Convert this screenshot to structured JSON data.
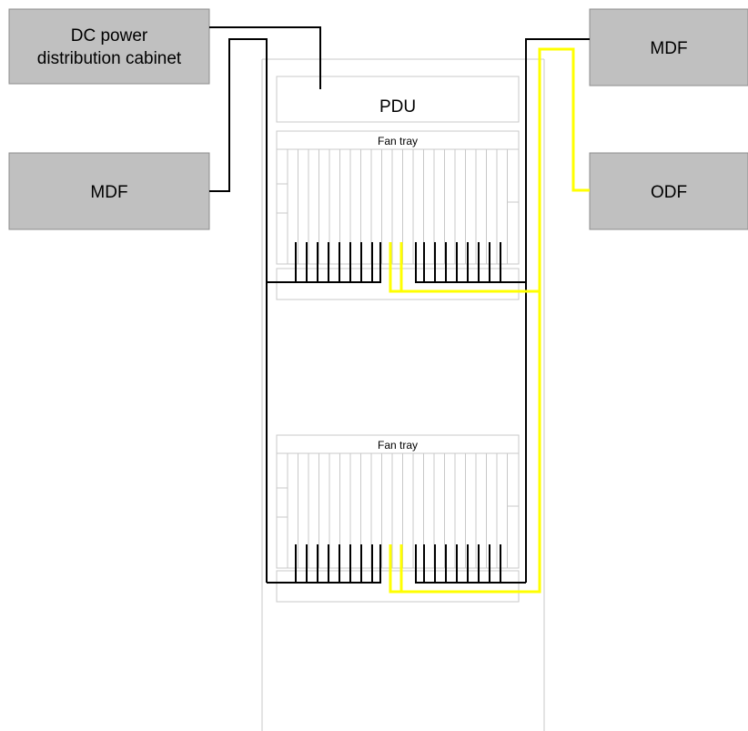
{
  "boxes": {
    "dc_cabinet": {
      "line1": "DC power",
      "line2": "distribution cabinet"
    },
    "mdf_left": {
      "label": "MDF"
    },
    "mdf_right": {
      "label": "MDF"
    },
    "odf_right": {
      "label": "ODF"
    },
    "pdu": {
      "label": "PDU"
    }
  },
  "subracks": [
    {
      "fan_tray_label": "Fan tray"
    },
    {
      "fan_tray_label": "Fan tray"
    }
  ],
  "colors": {
    "box_fill": "#c0c0c0",
    "cabinet_stroke": "#c8c8c8",
    "power_cable": "#000000",
    "fiber_cable": "#ffff00"
  }
}
